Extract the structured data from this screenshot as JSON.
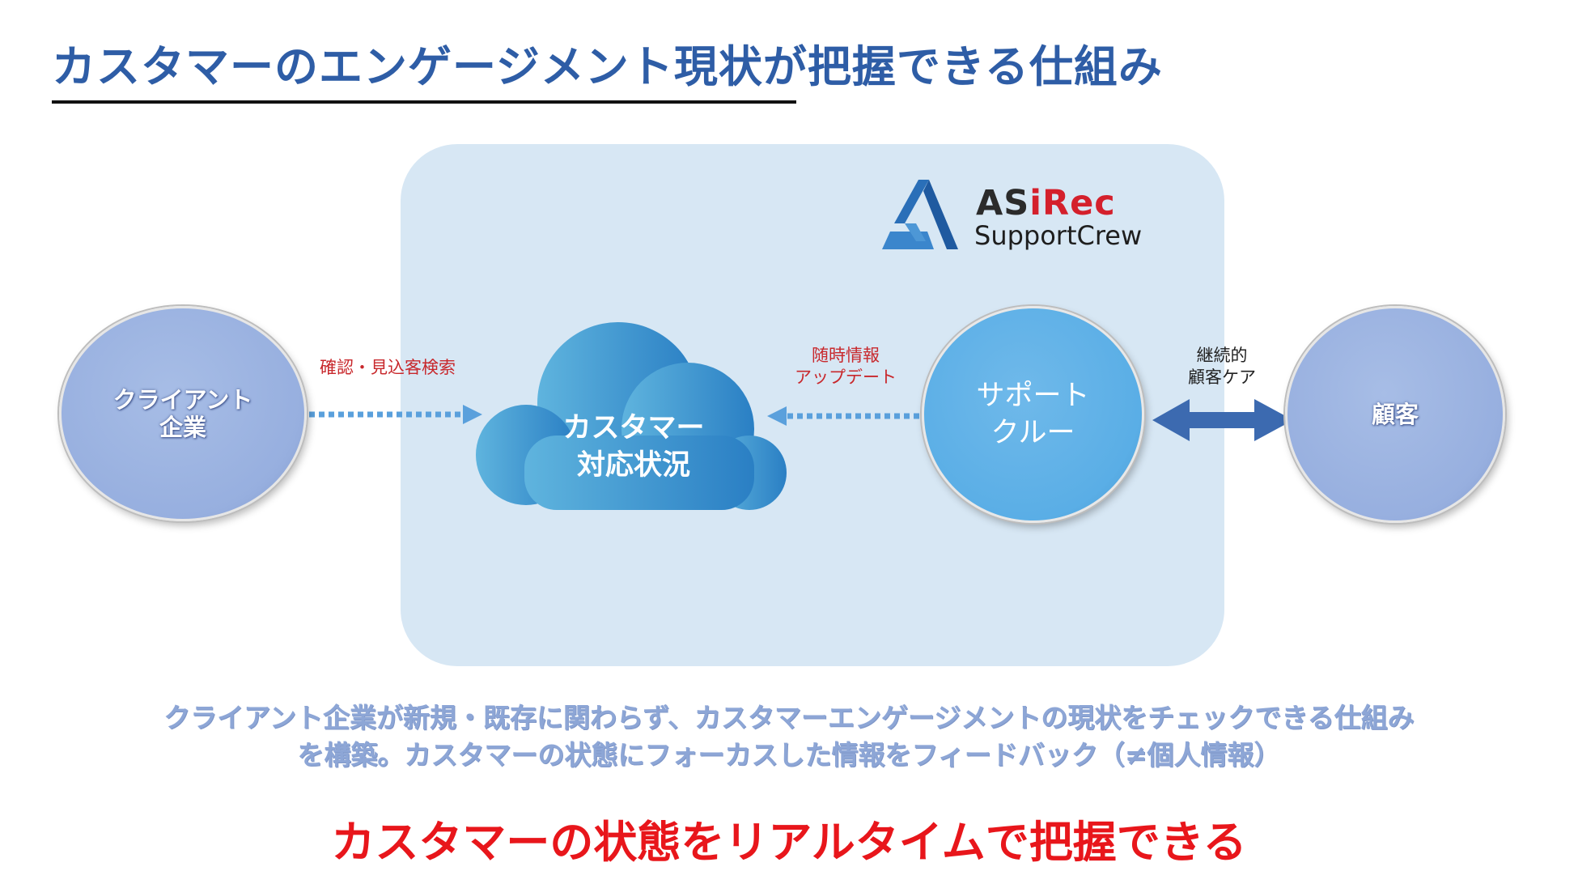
{
  "title": "カスタマーのエンゲージメント現状が把握できる仕組み",
  "logo": {
    "brand_black": "AS",
    "brand_red_i": "i",
    "brand_red_rest": "Rec",
    "product": "SupportCrew",
    "accent_color": "#d4202c",
    "mark_color": "#2a6fb8"
  },
  "nodes": {
    "client": "クライアント\n企業",
    "cloud": "カスタマー\n対応状況",
    "support": "サポート\nクルー",
    "customer": "顧客"
  },
  "edges": {
    "client_to_cloud": "確認・見込客検索",
    "support_to_cloud": "随時情報\nアップデート",
    "support_customer": "継続的\n顧客ケア"
  },
  "description": "クライアント企業が新規・既存に関わらず、カスタマーエンゲージメントの現状をチェックできる仕組み\nを構築。カスタマーの状態にフォーカスした情報をフィードバック（≠個人情報）",
  "tagline": "カスタマーの状態をリアルタイムで把握できる",
  "colors": {
    "title": "#2e5da6",
    "panel": "#d7e7f4",
    "tagline": "#e8161b",
    "edge_label": "#c8282c",
    "dotted_arrow": "#5aa0dc",
    "double_arrow": "#3c6ab0"
  }
}
